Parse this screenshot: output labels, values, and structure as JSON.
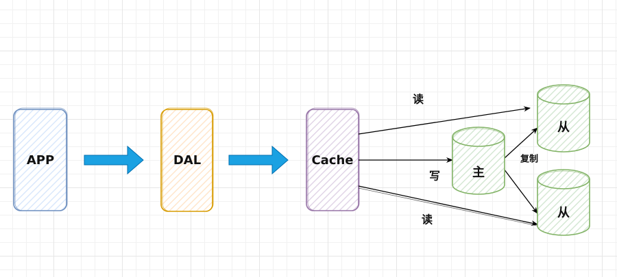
{
  "nodes": {
    "app": {
      "label": "APP",
      "stroke": "#6c8ebf",
      "fill": "#dae8fc"
    },
    "dal": {
      "label": "DAL",
      "stroke": "#d79b00",
      "fill": "#ffe6cc"
    },
    "cache": {
      "label": "Cache",
      "stroke": "#9673a6",
      "fill": "#e1d5e7"
    },
    "master": {
      "label": "主",
      "stroke": "#82b366",
      "fill": "#d5e8d4"
    },
    "slave_top": {
      "label": "从",
      "stroke": "#82b366",
      "fill": "#d5e8d4"
    },
    "slave_bottom": {
      "label": "从",
      "stroke": "#82b366",
      "fill": "#d5e8d4"
    }
  },
  "edges": {
    "read_top": "读",
    "write": "写",
    "read_bottom": "读",
    "replicate": "复制"
  },
  "colors": {
    "flow_arrow_fill": "#1ba1e2",
    "flow_arrow_stroke": "#006eaf",
    "connector": "#000000"
  }
}
